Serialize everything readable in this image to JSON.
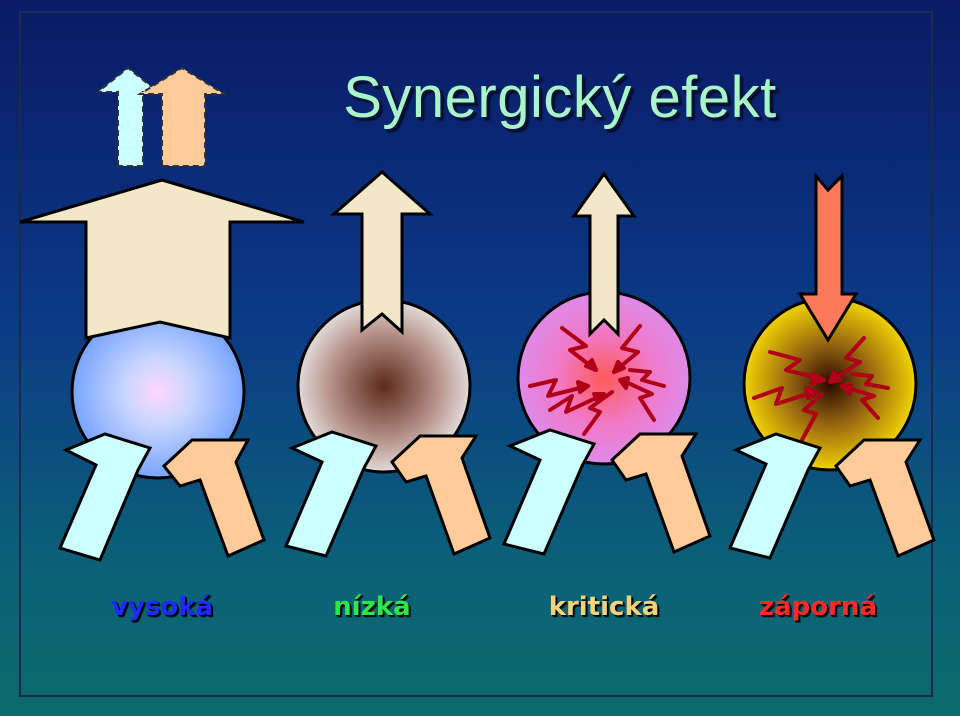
{
  "title": "Synergický efekt",
  "labels": [
    {
      "text": "vysoká",
      "color": "#1b2cff"
    },
    {
      "text": "nízká",
      "color": "#2ee84a"
    },
    {
      "text": "kritická",
      "color": "#f2d27a"
    },
    {
      "text": "záporná",
      "color": "#ff2a2a"
    }
  ],
  "colors": {
    "input_arrow_a": "#ccffff",
    "input_arrow_b": "#ffcc99",
    "output_arrow": "#f2e8c8",
    "negative_arrow": "#ff7a5a",
    "zigzag": "#b00018"
  }
}
